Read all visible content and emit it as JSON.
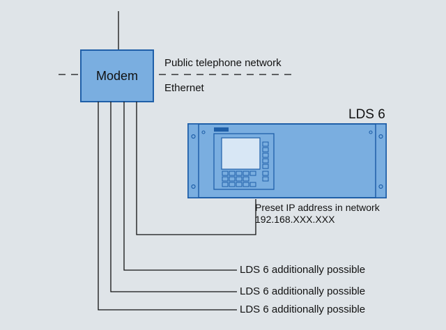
{
  "modem": {
    "label": "Modem"
  },
  "network": {
    "public_label": "Public telephone network",
    "ethernet_label": "Ethernet"
  },
  "device": {
    "title": "LDS 6",
    "preset_label": "Preset IP address in network",
    "ip_address": "192.168.XXX.XXX"
  },
  "additional": [
    {
      "label": "LDS 6 additionally possible"
    },
    {
      "label": "LDS 6 additionally possible"
    },
    {
      "label": "LDS 6 additionally possible"
    }
  ],
  "colors": {
    "background": "#dfe4e8",
    "box_fill": "#7aaee0",
    "box_stroke": "#1f5fa8",
    "screen": "#d8e7f5",
    "line": "#111111"
  }
}
